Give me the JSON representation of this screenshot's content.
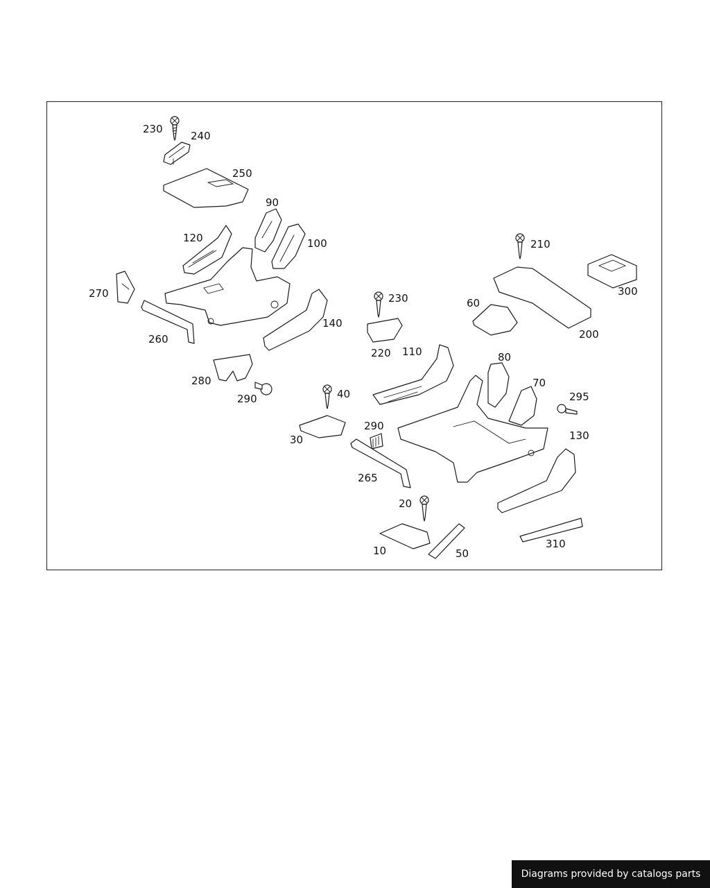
{
  "diagram": {
    "callouts": [
      {
        "id": "230a",
        "label": "230"
      },
      {
        "id": "240",
        "label": "240"
      },
      {
        "id": "250",
        "label": "250"
      },
      {
        "id": "90",
        "label": "90"
      },
      {
        "id": "120",
        "label": "120"
      },
      {
        "id": "100",
        "label": "100"
      },
      {
        "id": "270",
        "label": "270"
      },
      {
        "id": "260",
        "label": "260"
      },
      {
        "id": "140",
        "label": "140"
      },
      {
        "id": "280",
        "label": "280"
      },
      {
        "id": "290a",
        "label": "290"
      },
      {
        "id": "210",
        "label": "210"
      },
      {
        "id": "300",
        "label": "300"
      },
      {
        "id": "230b",
        "label": "230"
      },
      {
        "id": "60",
        "label": "60"
      },
      {
        "id": "200",
        "label": "200"
      },
      {
        "id": "220",
        "label": "220"
      },
      {
        "id": "110",
        "label": "110"
      },
      {
        "id": "80",
        "label": "80"
      },
      {
        "id": "70",
        "label": "70"
      },
      {
        "id": "295",
        "label": "295"
      },
      {
        "id": "40",
        "label": "40"
      },
      {
        "id": "290b",
        "label": "290"
      },
      {
        "id": "130",
        "label": "130"
      },
      {
        "id": "30",
        "label": "30"
      },
      {
        "id": "265",
        "label": "265"
      },
      {
        "id": "20",
        "label": "20"
      },
      {
        "id": "10",
        "label": "10"
      },
      {
        "id": "50",
        "label": "50"
      },
      {
        "id": "310",
        "label": "310"
      }
    ]
  },
  "footer": {
    "text": "Diagrams provided by catalogs parts"
  }
}
